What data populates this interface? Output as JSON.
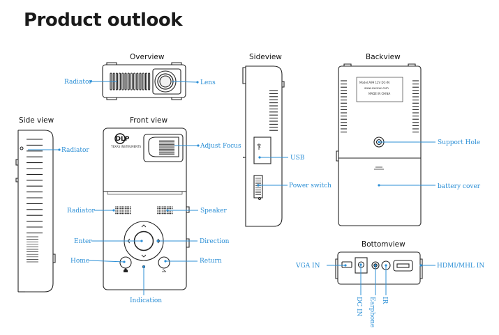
{
  "page": {
    "title": "Product outlook"
  },
  "views": {
    "overview": "Overview",
    "front": "Front view",
    "side": "Side view",
    "sideview": "Sideview",
    "back": "Backview",
    "bottom": "Bottomview"
  },
  "callouts": {
    "radiator_top": "Radiator",
    "lens": "Lens",
    "adjust_focus": "Adjust Focus",
    "radiator_side": "Radiator",
    "radiator_front": "Radiator",
    "speaker": "Speaker",
    "enter": "Enter",
    "direction": "Direction",
    "home": "Home",
    "return": "Return",
    "indication": "Indication",
    "usb": "USB",
    "power_switch": "Power switch",
    "support_hole": "Support Hole",
    "battery_cover": "battery cover",
    "vga_in": "VGA IN",
    "hdmi": "HDMI/MHL  IN",
    "dc_in": "DC  IN",
    "earphone": "Earphone",
    "ir": "IR"
  },
  "device": {
    "logo": "DLP",
    "logo_sub": "TEXAS INSTRUMENTS",
    "label_line1": "Model:A99  12V DC-IN",
    "label_line2": "www.xxxxxx.com",
    "label_line3": "MADE IN CHINA"
  },
  "colors": {
    "callout": "#2b8fd6",
    "outline": "#222222"
  }
}
